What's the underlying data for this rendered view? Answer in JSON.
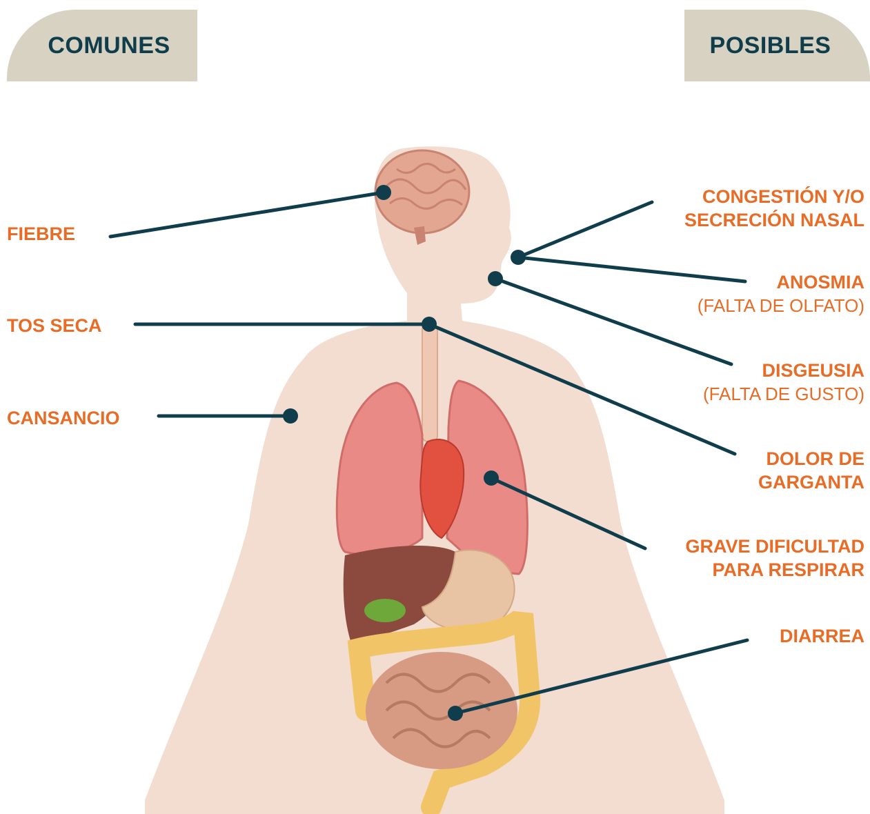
{
  "header": {
    "left_title": "COMUNES",
    "right_title": "POSIBLES"
  },
  "colors": {
    "tab_bg": "#d8d2c3",
    "tab_text": "#0f3d4c",
    "label": "#e86c25",
    "leader": "#0f3d4c",
    "body_silhouette": "#f3dcd0",
    "lung": "#e98a86",
    "heart": "#e2503f",
    "liver": "#8b4a3d",
    "gallbladder": "#6fa83a",
    "stomach": "#e8c3a4",
    "large_intestine": "#f2c468",
    "small_intestine": "#d79b84",
    "brain": "#e3a690"
  },
  "common_symptoms": {
    "fever": "FIEBRE",
    "dry_cough": "TOS SECA",
    "tiredness": "CANSANCIO"
  },
  "possible_symptoms": {
    "congestion_line1": "CONGESTIÓN Y/O",
    "congestion_line2": "SECRECIÓN NASAL",
    "anosmia": "ANOSMIA",
    "anosmia_note": "(FALTA DE OLFATO)",
    "dysgeusia": "DISGEUSIA",
    "dysgeusia_note": "(FALTA DE GUSTO)",
    "sore_throat_line1": "DOLOR DE",
    "sore_throat_line2": "GARGANTA",
    "breathing_line1": "GRAVE DIFICULTAD",
    "breathing_line2": "PARA RESPIRAR",
    "diarrhea": "DIARREA"
  }
}
